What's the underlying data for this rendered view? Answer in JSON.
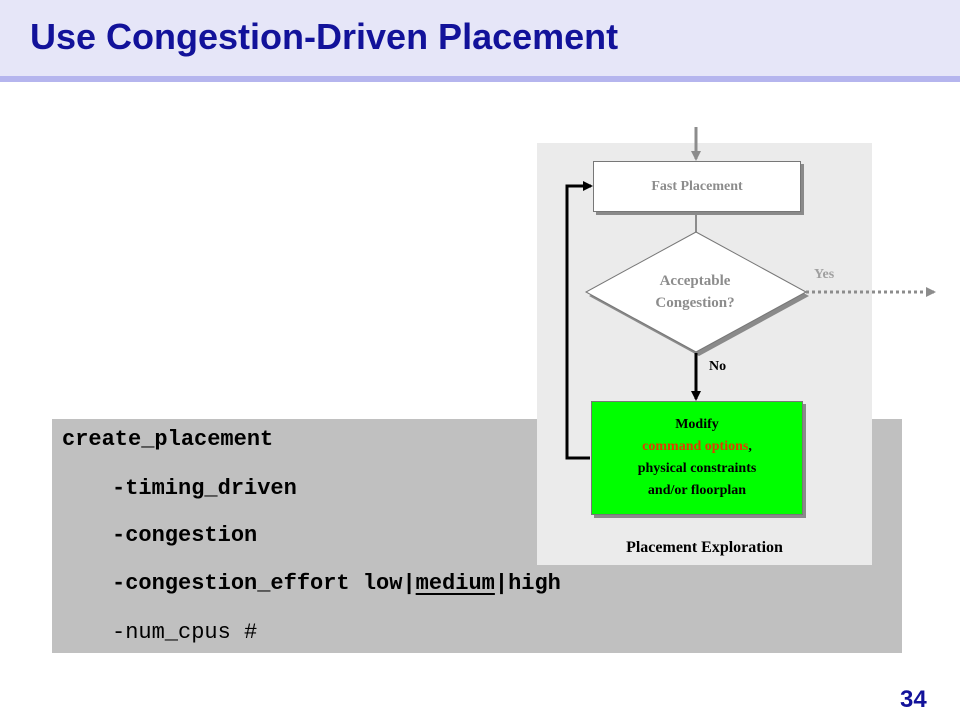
{
  "slide": {
    "title": "Use Congestion-Driven Placement",
    "page_number": "34"
  },
  "code": {
    "line1": "create_placement",
    "line2": "-timing_driven",
    "line3": "-congestion",
    "line4_prefix": "-congestion_effort low|",
    "line4_default": "medium",
    "line4_suffix": "|high",
    "line5": "-num_cpus #"
  },
  "flowchart": {
    "fast_placement": "Fast Placement",
    "decision_line1": "Acceptable",
    "decision_line2": "Congestion?",
    "yes_label": "Yes",
    "no_label": "No",
    "modify_line1": "Modify",
    "modify_highlight": "command options",
    "modify_comma": ",",
    "modify_line3": "physical constraints",
    "modify_line4": "and/or floorplan",
    "caption": "Placement Exploration"
  },
  "colors": {
    "title_text": "#12129a",
    "title_background": "#e6e6f8",
    "modify_box": "#00ff00",
    "highlight_text": "#e03c00",
    "code_background": "#c0c0c0"
  }
}
